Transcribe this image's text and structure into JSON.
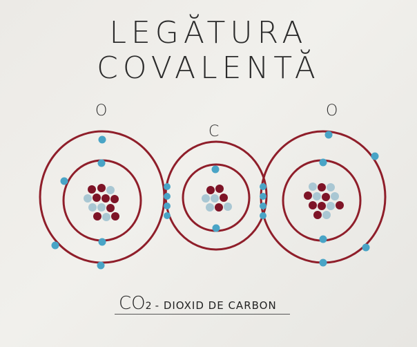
{
  "title": "LEGĂTURA COVALENTĂ",
  "atoms": {
    "left": "O",
    "center": "C",
    "right": "O"
  },
  "caption": {
    "formula": "CO",
    "subscript": "2",
    "rest": "- DIOXID DE CARBON"
  },
  "colors": {
    "thread": "#8f1e2a",
    "electron": "#49a4c6",
    "proton": "#7e1427",
    "neutron": "#a9c7d3"
  }
}
